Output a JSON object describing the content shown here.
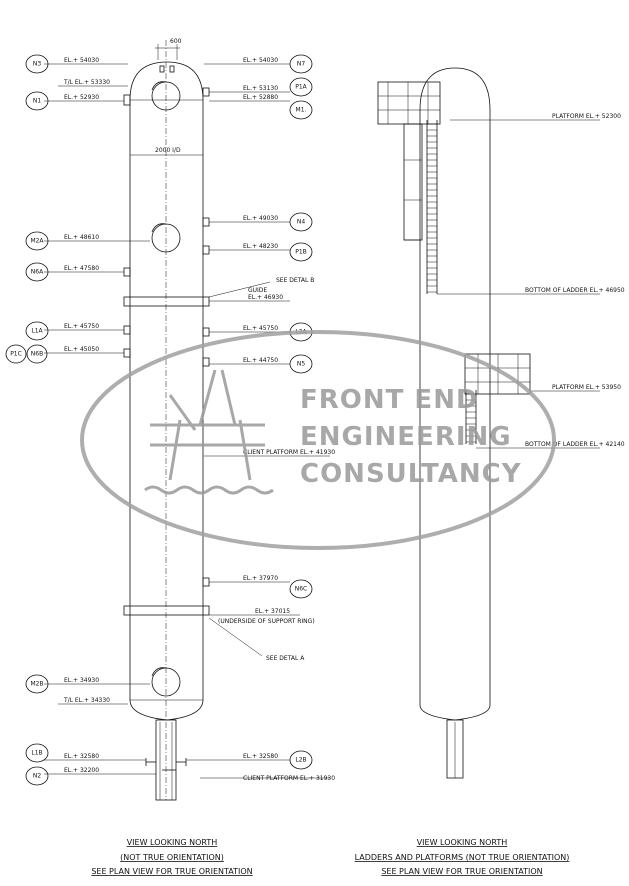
{
  "dims": {
    "top": "600",
    "id": "2000 I/D"
  },
  "left_labels": [
    {
      "key": "n3",
      "text": "EL.+ 54030"
    },
    {
      "key": "tl1",
      "text": "T/L EL.+ 53330"
    },
    {
      "key": "n1",
      "text": "EL.+ 52930"
    },
    {
      "key": "m2a",
      "text": "EL.+ 48610"
    },
    {
      "key": "n6a",
      "text": "EL.+ 47580"
    },
    {
      "key": "l1a",
      "text": "EL.+ 45750"
    },
    {
      "key": "n6b",
      "text": "EL.+ 45050"
    },
    {
      "key": "m2b",
      "text": "EL.+ 34930"
    },
    {
      "key": "tl2",
      "text": "T/L EL.+ 34330"
    },
    {
      "key": "l1b",
      "text": "EL.+ 32580"
    },
    {
      "key": "n2",
      "text": "EL.+ 32200"
    }
  ],
  "right_labels": [
    {
      "key": "n7",
      "text": "EL.+ 54030"
    },
    {
      "key": "p1a",
      "text": "EL.+ 53130"
    },
    {
      "key": "m1",
      "text": "EL.+ 52880"
    },
    {
      "key": "n4",
      "text": "EL.+ 49030"
    },
    {
      "key": "p1b",
      "text": "EL.+ 48230"
    },
    {
      "key": "detb",
      "text": "SEE DETAL B"
    },
    {
      "key": "guide",
      "text": "GUIDE"
    },
    {
      "key": "guidel",
      "text": "EL.+ 46930"
    },
    {
      "key": "l2a",
      "text": "EL.+ 45750"
    },
    {
      "key": "n5",
      "text": "EL.+ 44750"
    },
    {
      "key": "cp1",
      "text": "CLIENT PLATFORM EL.+ 41930"
    },
    {
      "key": "n6c",
      "text": "EL.+ 37970"
    },
    {
      "key": "sr",
      "text": "EL.+ 37015"
    },
    {
      "key": "srn",
      "text": "(UNDERSIDE OF SUPPORT RING)"
    },
    {
      "key": "deta",
      "text": "SEE DETAL A"
    },
    {
      "key": "l2b",
      "text": "EL.+ 32580"
    },
    {
      "key": "cp2",
      "text": "CLIENT PLATFORM EL.+ 31930"
    }
  ],
  "nozzle_tags": [
    "N3",
    "N7",
    "N1",
    "P1A",
    "M1.",
    "M2A",
    "N4",
    "P1B",
    "N6A",
    "L1A",
    "L2A",
    "P1C",
    "N6B",
    "N5",
    "N6C",
    "M2B",
    "L1B",
    "L2B",
    "N2"
  ],
  "second_view_labels": {
    "plat1": "PLATFORM EL.+ 52300",
    "bol1": "BOTTOM OF LADDER EL.+ 46950",
    "plat2": "PLATFORM EL.+ 53950",
    "bol2": "BOTTOM OF LADDER EL.+ 42140"
  },
  "captions": {
    "left": [
      "VIEW LOOKING NORTH",
      "(NOT TRUE ORIENTATION)",
      "SEE PLAN VIEW FOR TRUE ORIENTATION"
    ],
    "right": [
      "VIEW LOOKING NORTH",
      "LADDERS AND PLATFORMS (NOT TRUE ORIENTATION)",
      "SEE PLAN VIEW FOR TRUE ORIENTATION"
    ]
  },
  "watermark": [
    "FRONT END",
    "ENGINEERING",
    "CONSULTANCY"
  ]
}
